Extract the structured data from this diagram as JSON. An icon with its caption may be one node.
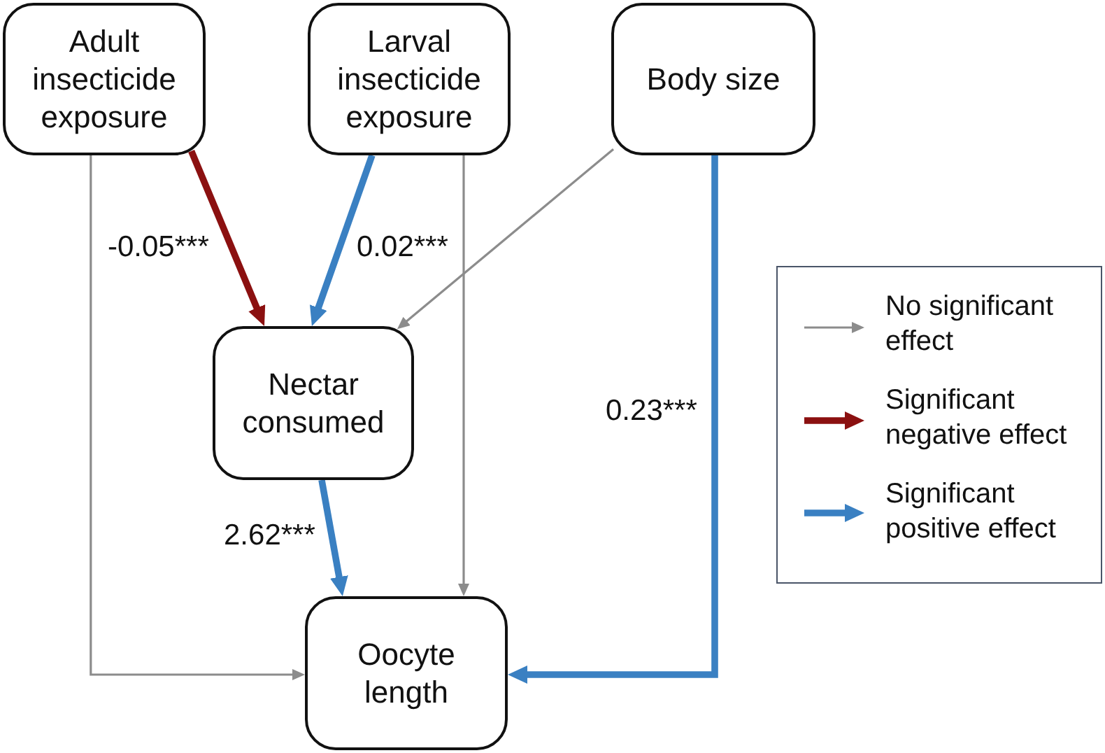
{
  "diagram": {
    "nodes": [
      {
        "text": [
          "Adult insecticide exposure"
        ]
      },
      {
        "text": [
          "Larval insecticide exposure"
        ]
      },
      {
        "text": [
          "Body size"
        ]
      },
      {
        "text": [
          "Nectar consumed"
        ]
      },
      {
        "text": [
          "Oocyte length"
        ]
      }
    ],
    "edges": [
      {
        "from": 0,
        "to": 3,
        "arrow": "to",
        "label": "-0.05***",
        "color": "#8b1010"
      },
      {
        "from": 1,
        "to": 3,
        "arrow": "to",
        "label": "0.02***",
        "color": "#3a80c2"
      },
      {
        "from": 2,
        "to": 3,
        "arrow": "to"
      },
      {
        "from": 0,
        "to": 4,
        "arrow": "to"
      },
      {
        "from": 1,
        "to": 4,
        "arrow": "to"
      },
      {
        "from": 3,
        "to": 4,
        "arrow": "to",
        "label": "2.62***",
        "color": "#3a80c2"
      },
      {
        "from": 2,
        "to": 4,
        "arrow": "to",
        "label": "0.23***",
        "color": "#3a80c2"
      }
    ],
    "legend": [
      {
        "text": "No significant effect"
      },
      {
        "text": "Significant negative effect"
      },
      {
        "text": "Significant positive effect"
      }
    ]
  }
}
